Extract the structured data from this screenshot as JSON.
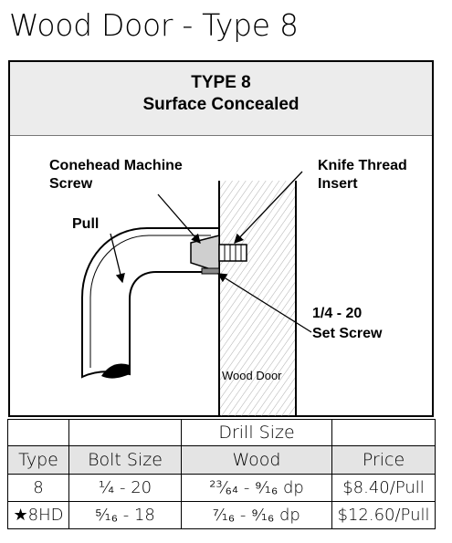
{
  "page_title": "Wood Door - Type 8",
  "diagram": {
    "heading_1": "TYPE 8",
    "heading_2": "Surface Concealed",
    "labels": {
      "conehead_1": "Conehead Machine",
      "conehead_2": "Screw",
      "knife_1": "Knife Thread",
      "knife_2": "Insert",
      "pull": "Pull",
      "set_1": "1/4 - 20",
      "set_2": "Set Screw",
      "wood_door": "Wood Door"
    }
  },
  "table": {
    "group_header": "Drill Size",
    "columns": [
      "Type",
      "Bolt Size",
      "Wood",
      "Price"
    ],
    "rows": [
      {
        "type": "8",
        "bolt": "¼ - 20",
        "wood": "²³⁄₆₄ - ⁹⁄₁₆ dp",
        "price": "$8.40/Pull"
      },
      {
        "type": "★8HD",
        "bolt": "⁵⁄₁₆ - 18",
        "wood": "⁷⁄₁₆ - ⁹⁄₁₆ dp",
        "price": "$12.60/Pull"
      }
    ]
  }
}
